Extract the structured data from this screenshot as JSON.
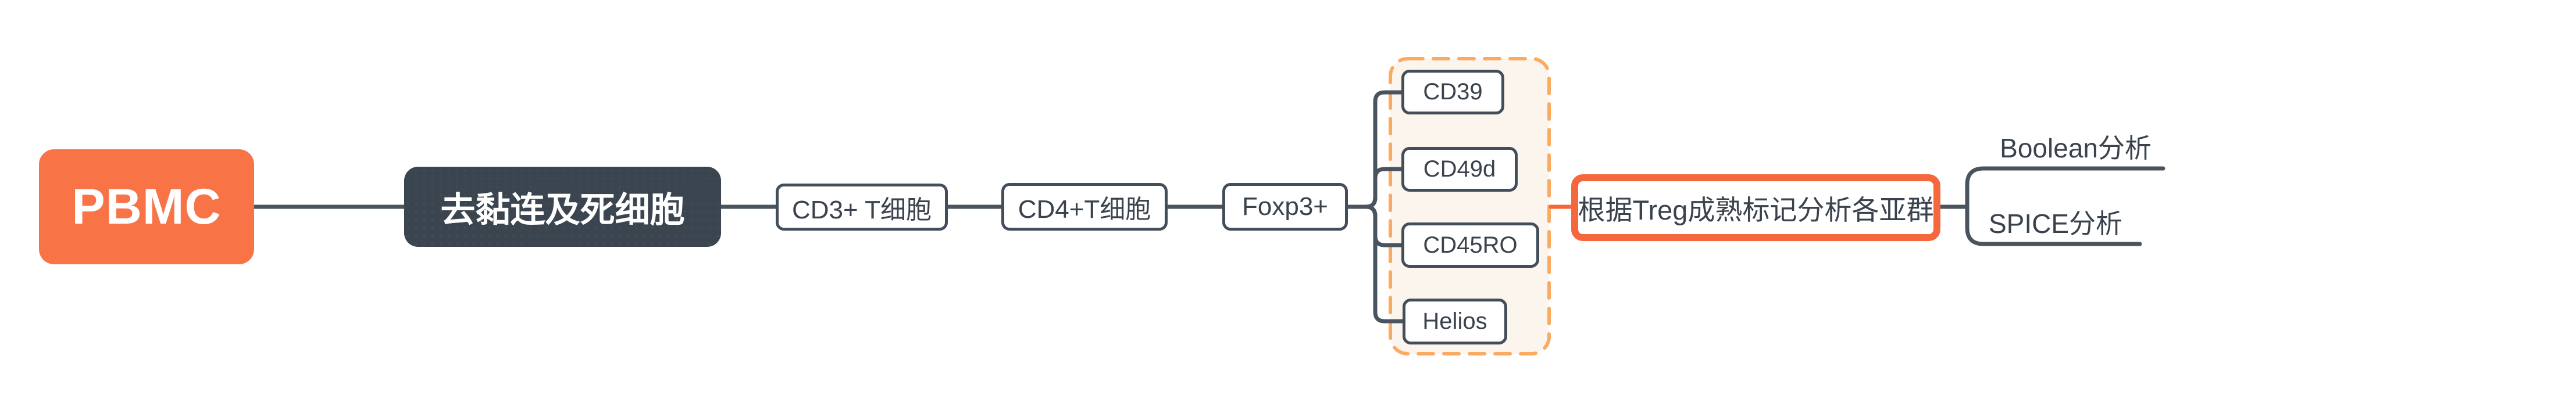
{
  "diagram": {
    "type": "mindmap-flow",
    "direction": "left-to-right",
    "nodes": {
      "root": {
        "label": "PBMC"
      },
      "stage": {
        "label": "去黏连及死细胞"
      },
      "cd3": {
        "label": "CD3+ T细胞"
      },
      "cd4": {
        "label": "CD4+T细胞"
      },
      "foxp3": {
        "label": "Foxp3+"
      },
      "markers": [
        {
          "label": "CD39"
        },
        {
          "label": "CD49d"
        },
        {
          "label": "CD45RO"
        },
        {
          "label": "Helios"
        }
      ],
      "analysis": {
        "label": "根据Treg成熟标记分析各亚群"
      },
      "outputs": [
        {
          "label": "Boolean分析"
        },
        {
          "label": "SPICE分析"
        }
      ]
    },
    "boundary": {
      "around": [
        "CD39",
        "CD49d",
        "CD45RO",
        "Helios"
      ],
      "style": "dashed"
    },
    "colors": {
      "root_fill": "#F87447",
      "root_text": "#FFFFFF",
      "stage_fill": "#3B4550",
      "stage_text": "#FFFFFF",
      "topic_fill": "#FFFFFF",
      "topic_border": "#434E5A",
      "topic_text": "#3A434D",
      "connector": "#4A545E",
      "boundary_border": "#FBAB61",
      "boundary_fill": "#FCF5EE",
      "highlight_border": "#F5683D",
      "canvas_background": "#FFFFFF"
    }
  }
}
